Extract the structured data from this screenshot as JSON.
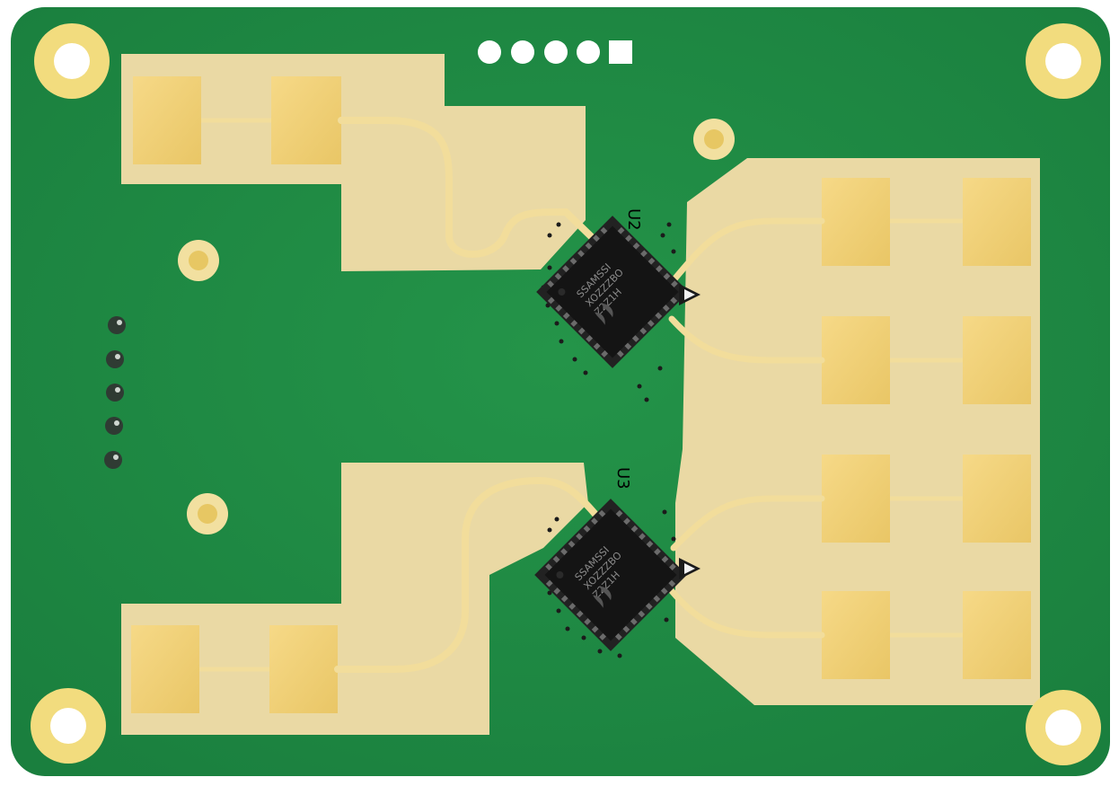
{
  "scene": "radar-sensor-pcb",
  "colors": {
    "background": "#ffffff",
    "board_green": "#1f8a43",
    "board_green_dark": "#167a38",
    "copper_fill": "#ead9a4",
    "gold_patch": "#f1d17a",
    "trace_gold": "#f2dd9b",
    "chip_black": "#141414",
    "pad_dark": "#2f3b33",
    "silkscreen": "#000000"
  },
  "icons": {
    "triangle_marker": "triangle-marker-icon",
    "chip_logo": "chip-logo-icon"
  },
  "chips": [
    {
      "designator": "U2",
      "marking_lines": [
        "SSAMSSI",
        "XOZZZBO",
        "Z2Z1H"
      ]
    },
    {
      "designator": "U3",
      "marking_lines": [
        "SSAMSSI",
        "XOZZZBO",
        "Z2Z1H"
      ]
    }
  ]
}
